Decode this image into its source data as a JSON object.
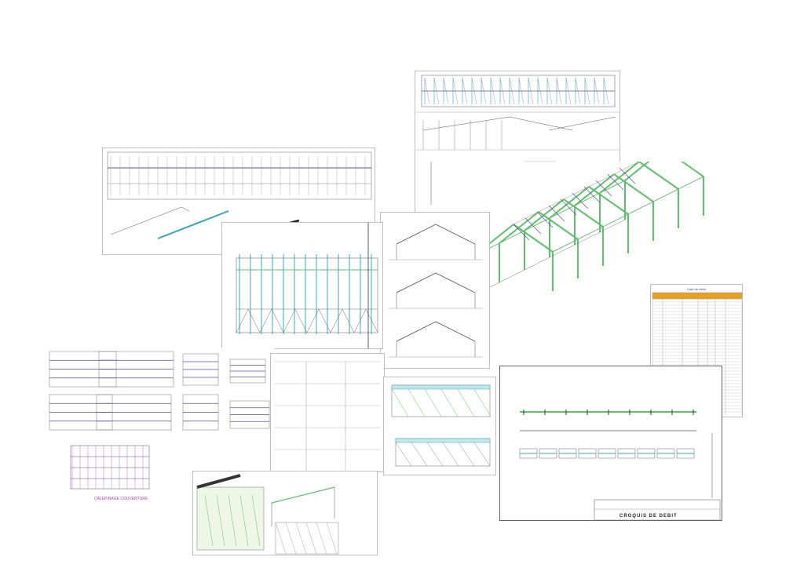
{
  "sheets": {
    "table_title": "Liste de débit",
    "croquis_title": "CROQUIS DE DEBIT",
    "plan_label": "CALEPINAGE COUVERTURE"
  },
  "colors": {
    "steel_green": "#5fbf6a",
    "cyan": "#3aa7b8",
    "purple": "#5a4fa0",
    "magenta_label": "#b040b0",
    "table_header": "#e8a020"
  }
}
